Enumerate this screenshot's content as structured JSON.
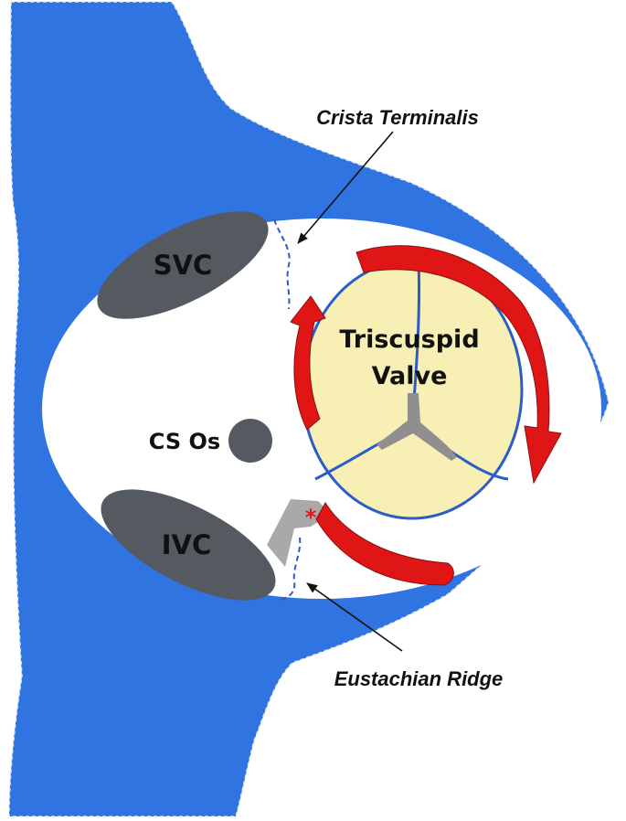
{
  "labels": {
    "crista_terminalis": "Crista Terminalis",
    "eustachian_ridge": "Eustachian Ridge",
    "svc": "SVC",
    "ivc": "IVC",
    "cs_os": "CS Os",
    "valve_line1": "Triscuspid",
    "valve_line2": "Valve",
    "asterisk": "*"
  },
  "colors": {
    "atrial_wall": "#2F74E0",
    "vessel_ostia": "#555960",
    "valve_fill": "#F7EFB4",
    "valve_lines": "#2B5CC8",
    "valve_center": "#8F8F8F",
    "circuit_arrows": "#E01515",
    "ridge": "#A9A9A9",
    "asterisk": "#E01515",
    "pointer_lines": "#111111"
  }
}
